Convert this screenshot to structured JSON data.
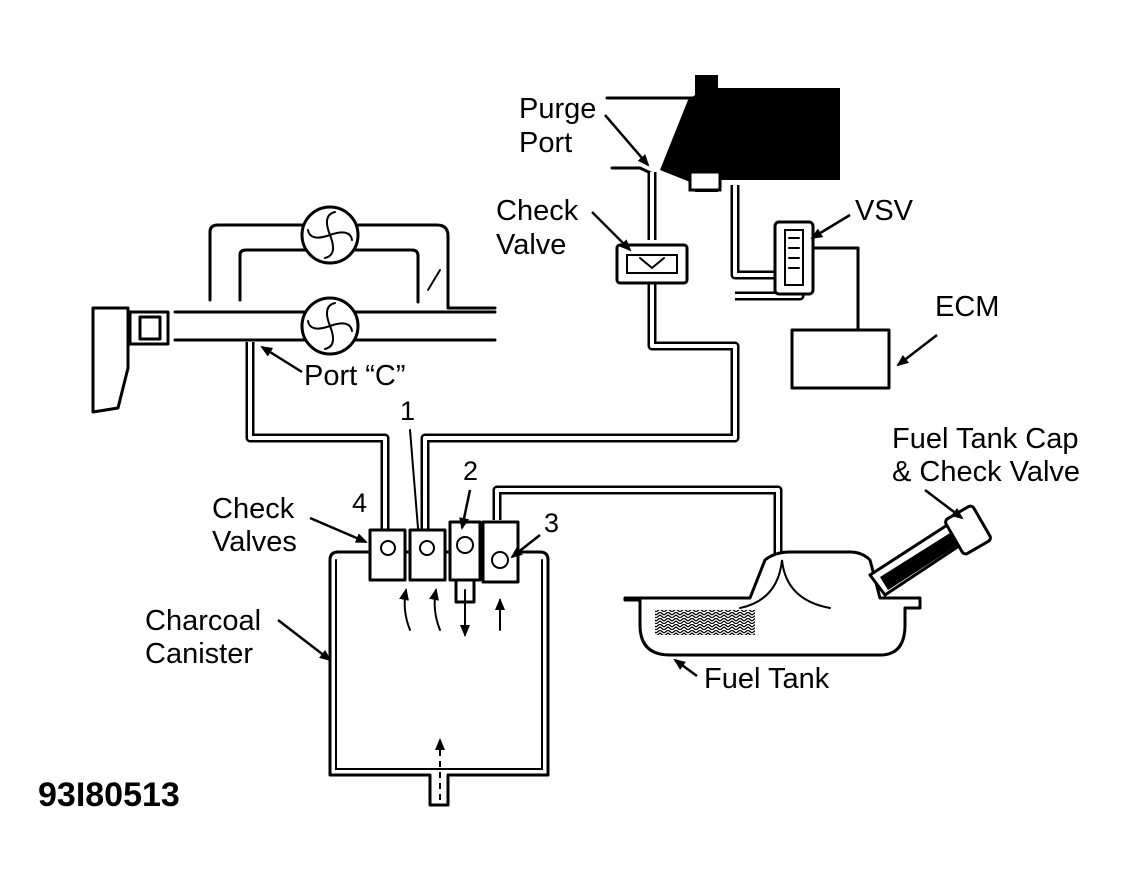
{
  "labels": {
    "purge_port_line1": "Purge",
    "purge_port_line2": "Port",
    "check_valve_line1": "Check",
    "check_valve_line2": "Valve",
    "vsv": "VSV",
    "ecm": "ECM",
    "port_c": "Port “C”",
    "check_valves_line1": "Check",
    "check_valves_line2": "Valves",
    "charcoal_canister_line1": "Charcoal",
    "charcoal_canister_line2": "Canister",
    "fuel_tank": "Fuel Tank",
    "fuel_tank_cap_line1": "Fuel Tank Cap",
    "fuel_tank_cap_line2": "& Check Valve",
    "callout_1": "1",
    "callout_2": "2",
    "callout_3": "3",
    "callout_4": "4"
  },
  "figure_code": "93I80513"
}
